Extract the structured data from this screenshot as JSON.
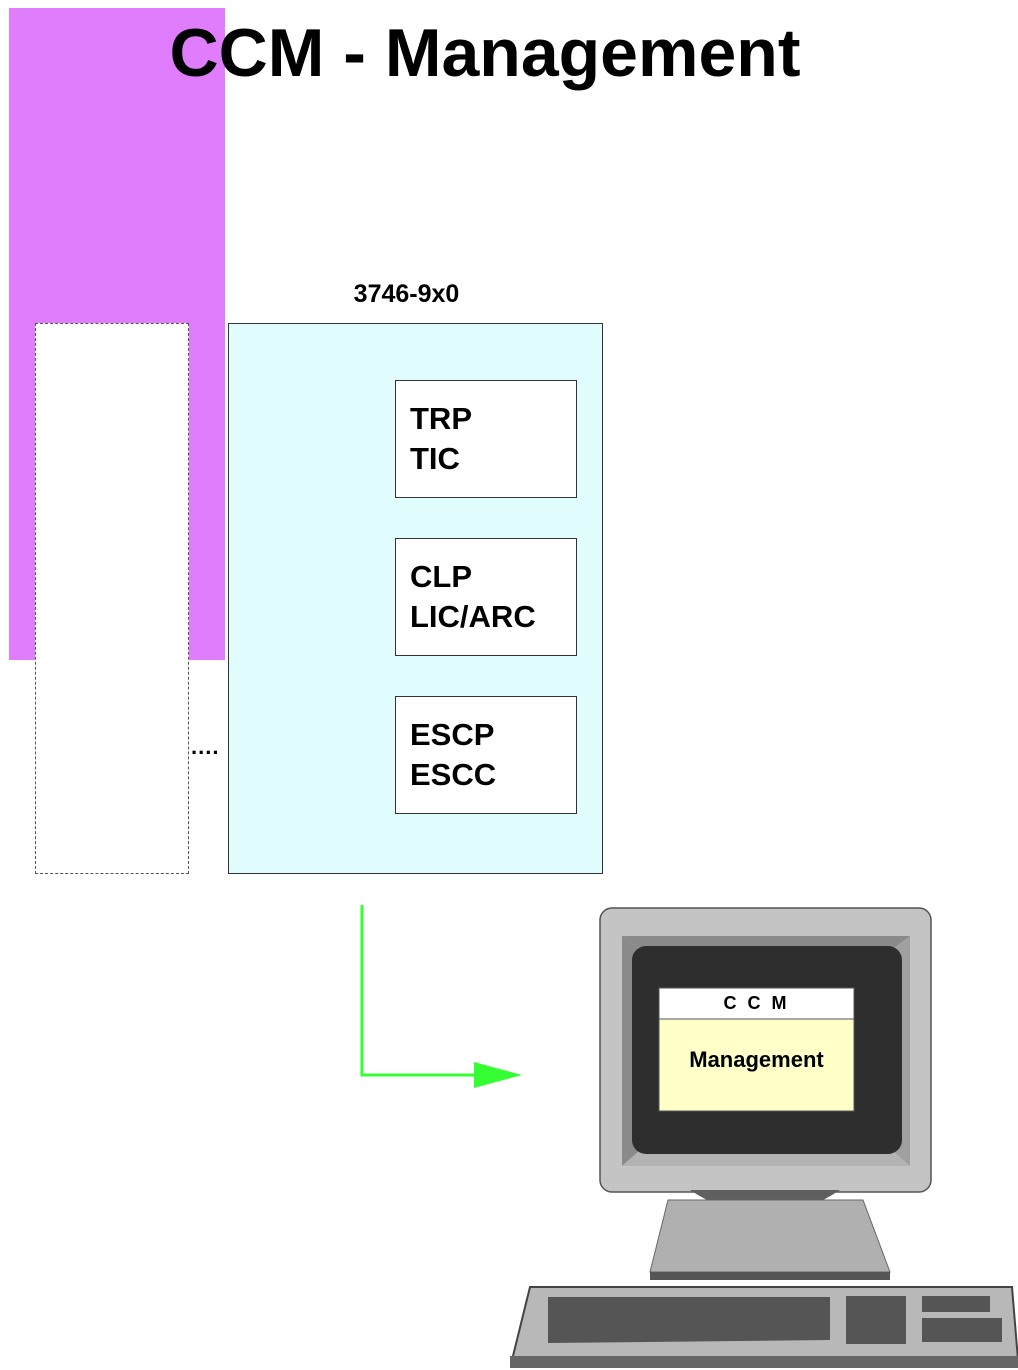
{
  "title": "CCM - Management",
  "device": {
    "label": "3746-9x0",
    "cards": [
      {
        "line1": "TRP",
        "line2": "TIC"
      },
      {
        "line1": "CLP",
        "line2": "LIC/ARC"
      },
      {
        "line1": "ESCP",
        "line2": "ESCC"
      }
    ]
  },
  "connector_dots": "....",
  "workstation": {
    "window_title": "C C M",
    "window_text": "Management"
  },
  "colors": {
    "magenta_block": "#df7dfd",
    "device_fill": "#e1fcfc",
    "arrow": "#33ff33",
    "screen_window": "#ffffc8"
  }
}
